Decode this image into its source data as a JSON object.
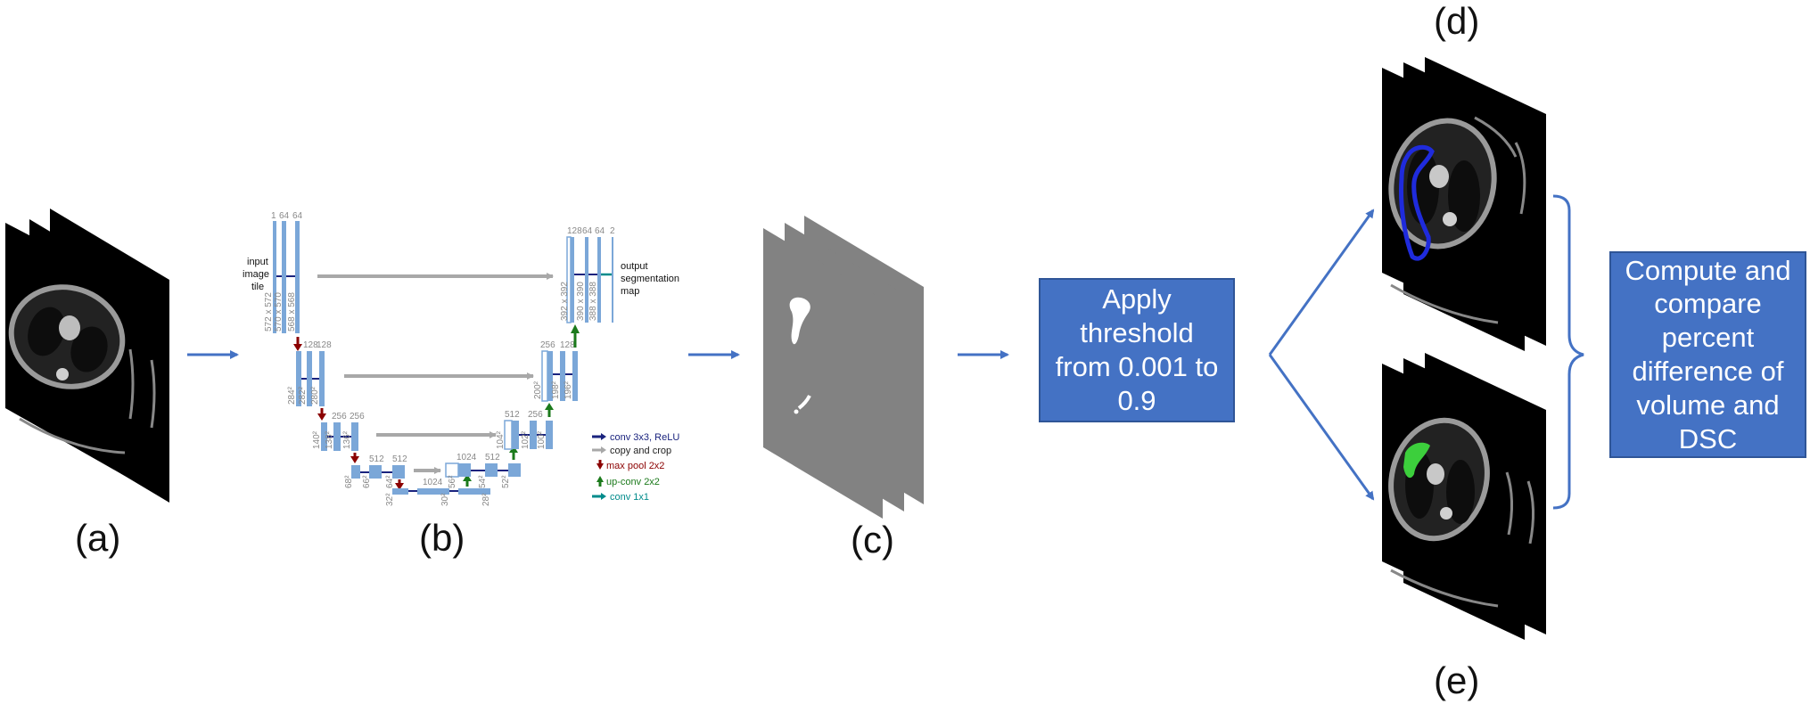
{
  "figure": {
    "labels": {
      "a": "(a)",
      "b": "(b)",
      "c": "(c)",
      "d": "(d)",
      "e": "(e)"
    },
    "threshold_box": {
      "lines": [
        "Apply",
        "threshold",
        "from 0.001 to",
        "0.9"
      ]
    },
    "compute_box": {
      "lines": [
        "Compute and",
        "compare",
        "percent",
        "difference of",
        "volume and",
        "DSC"
      ]
    },
    "unet": {
      "input_label": [
        "input",
        "image",
        "tile"
      ],
      "output_label": [
        "output",
        "segmentation",
        "map"
      ],
      "channel_labels": {
        "c1": "1",
        "c64": "64",
        "c128": "128",
        "c256": "256",
        "c512": "512",
        "c1024": "1024",
        "c2": "2"
      },
      "size_labels": {
        "s572": "572 x 572",
        "s570": "570 x 570",
        "s568": "568 x 568",
        "s284": "284²",
        "s282": "282²",
        "s280": "280²",
        "s140": "140²",
        "s138": "138²",
        "s136": "136²",
        "s68": "68²",
        "s66": "66²",
        "s64": "64²",
        "s32": "32²",
        "s30": "30²",
        "s28": "28²",
        "s56": "56²",
        "s54": "54²",
        "s52": "52²",
        "s104": "104²",
        "s102": "102²",
        "s100": "100²",
        "s200": "200²",
        "s198": "198²",
        "s196": "196²",
        "s392": "392 x 392",
        "s390": "390 x 390",
        "s388": "388 x 388"
      },
      "legend": [
        {
          "text": "conv 3x3, ReLU",
          "color": "#1a237e"
        },
        {
          "text": "copy and crop",
          "color": "#222222"
        },
        {
          "text": "max pool 2x2",
          "color": "#8b0000"
        },
        {
          "text": "up-conv 2x2",
          "color": "#1b7a1b"
        },
        {
          "text": "conv 1x1",
          "color": "#008b8b"
        }
      ]
    },
    "colors": {
      "accent": "#4472c4",
      "accent_dark": "#2f5597",
      "bar_blue": "#7ba7d8",
      "segment_blue": "#1f2bdc",
      "segment_green": "#3ccf3c"
    }
  }
}
